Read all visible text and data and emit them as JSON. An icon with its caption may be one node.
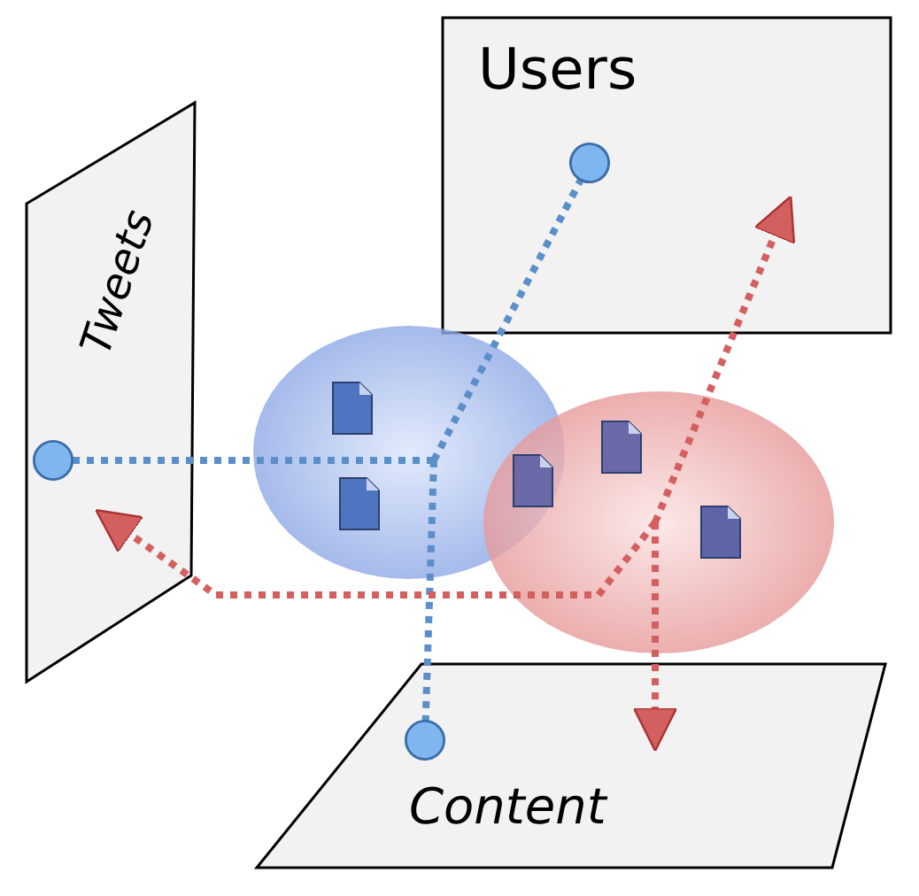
{
  "diagram": {
    "nodes": [
      {
        "text": [
          "Tweets"
        ]
      },
      {
        "text": [
          "Users"
        ]
      },
      {
        "text": [
          "Content"
        ]
      },
      {
        "text": [],
        "shape": "ellipse"
      },
      {
        "text": [],
        "shape": "ellipse"
      }
    ],
    "edges": [
      {
        "from": 3,
        "to": 0,
        "arrow": "other",
        "style": "dashed",
        "color": "#5b8fc9"
      },
      {
        "from": 3,
        "to": 1,
        "arrow": "other",
        "style": "dashed",
        "color": "#5b8fc9"
      },
      {
        "from": 3,
        "to": 2,
        "arrow": "other",
        "style": "dashed",
        "color": "#5b8fc9"
      },
      {
        "from": 4,
        "to": 0,
        "arrow": "to",
        "style": "dashed",
        "color": "#d45f5f"
      },
      {
        "from": 4,
        "to": 1,
        "arrow": "to",
        "style": "dashed",
        "color": "#d45f5f"
      },
      {
        "from": 4,
        "to": 2,
        "arrow": "to",
        "style": "dashed",
        "color": "#d45f5f"
      }
    ]
  }
}
